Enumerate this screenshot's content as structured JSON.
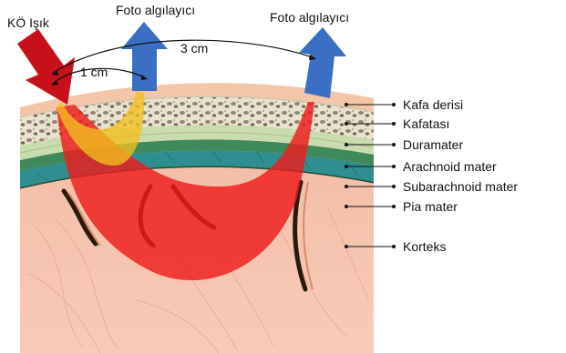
{
  "title_labels": {
    "source": "KÖ Işık",
    "detector_1": "Foto algılayıcı",
    "detector_2": "Foto algılayıcı"
  },
  "distances": {
    "near": "1 cm",
    "far": "3 cm"
  },
  "layers": [
    {
      "key": "scalp",
      "label": "Kafa derisi"
    },
    {
      "key": "skull",
      "label": "Kafatası"
    },
    {
      "key": "dura",
      "label": "Duramater"
    },
    {
      "key": "arachnoid",
      "label": "Arachnoid mater"
    },
    {
      "key": "subarachnoid",
      "label": "Subarachnoid mater"
    },
    {
      "key": "pia",
      "label": "Pia mater"
    },
    {
      "key": "cortex",
      "label": "Korteks"
    }
  ],
  "colors": {
    "source_arrow": "#c8101a",
    "detector_arrow": "#3a6fc4",
    "near_path": "#f2c01e",
    "far_path": "#ee1c1c"
  },
  "icons": [
    "down-right-arrow",
    "up-arrow"
  ]
}
